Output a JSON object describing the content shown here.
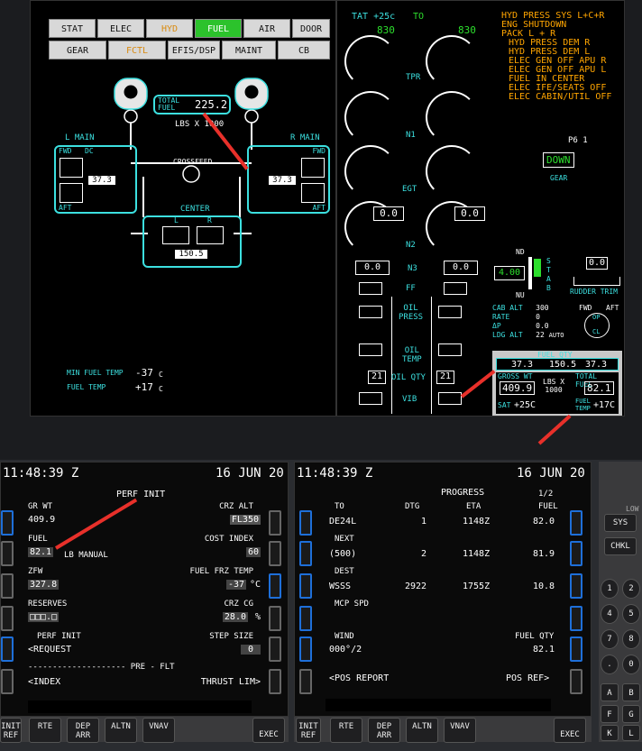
{
  "mfd": {
    "tabs_row1": [
      "STAT",
      "ELEC",
      "HYD",
      "FUEL",
      "AIR",
      "DOOR"
    ],
    "tabs_row2": [
      "GEAR",
      "FCTL",
      "EFIS/DSP",
      "MAINT",
      "CB"
    ],
    "total_fuel_label": "TOTAL\nFUEL",
    "total_fuel": "225.2",
    "units": "LBS X 1000",
    "l_main": "L MAIN",
    "r_main": "R MAIN",
    "fwd": "FWD",
    "dc": "DC",
    "aft": "AFT",
    "l_main_qty": "37.3",
    "r_main_qty": "37.3",
    "crossfeed": "CROSSFEED",
    "center": "CENTER",
    "center_l": "L",
    "center_r": "R",
    "center_qty": "150.5",
    "min_fuel_temp_label": "MIN FUEL TEMP",
    "min_fuel_temp": "-37",
    "fuel_temp_label": "FUEL TEMP",
    "fuel_temp": "+17",
    "temp_unit": "C"
  },
  "eicas": {
    "tat": "TAT +25c",
    "to": "TO",
    "n1_l": "830",
    "n1_r": "830",
    "tpr": "TPR",
    "n1": "N1",
    "egt": "EGT",
    "n2": "N2",
    "n3": "N3",
    "ff": "FF",
    "egt_l": "0.0",
    "egt_r": "0.0",
    "n3_l": "0.0",
    "n3_r": "0.0",
    "oil_press": "OIL\nPRESS",
    "oil_temp": "OIL\nTEMP",
    "oil_qty": "OIL QTY",
    "oil_qty_l": "21",
    "oil_qty_r": "21",
    "vib": "VIB",
    "messages": [
      "HYD PRESS SYS L+C+R",
      "ENG SHUTDOWN",
      "PACK L + R",
      "HYD PRESS DEM R",
      "HYD PRESS DEM L",
      "ELEC GEN OFF APU R",
      "ELEC GEN OFF APU L",
      "FUEL IN CENTER",
      "ELEC IFE/SEATS OFF",
      "ELEC CABIN/UTIL OFF"
    ],
    "page": "P6 1",
    "gear_state": "DOWN",
    "gear": "GEAR",
    "nd": "ND",
    "nu": "NU",
    "stab_val": "4.00",
    "stab": "S\nT\nA\nB",
    "rudder_trim_val": "0.0",
    "rudder_trim": "RUDDER TRIM",
    "cab_alt": "CAB ALT",
    "cab_alt_v": "300",
    "rate": "RATE",
    "rate_v": "0",
    "dp": "ΔP",
    "dp_v": "0.0",
    "ldg_alt": "LDG ALT",
    "ldg_alt_v": "22",
    "auto": "AUTO",
    "fwd": "FWD",
    "aft": "AFT",
    "op": "OP",
    "cl": "CL",
    "fuel_qty": "FUEL QTY",
    "fq_l": "37.3",
    "fq_c": "150.5",
    "fq_r": "37.3",
    "gross_wt": "GROSS WT",
    "gross_wt_v": "409.9",
    "lbs": "LBS X\n1000",
    "total_fuel": "TOTAL FUEL",
    "total_fuel_v": "82.1",
    "sat": "SAT",
    "sat_v": "+25C",
    "fuel_temp": "FUEL\nTEMP",
    "fuel_temp_v": "+17C"
  },
  "cdu_left": {
    "time": "11:48:39 Z",
    "date": "16 JUN 20",
    "title": "PERF INIT",
    "l1": "GR WT",
    "l1v": "409.9",
    "r1": "CRZ ALT",
    "r1v": "FL350",
    "l2": "FUEL",
    "l2v": "82.1",
    "l2u": "LB MANUAL",
    "r2": "COST INDEX",
    "r2v": "60",
    "l3": "ZFW",
    "l3v": "327.8",
    "r3": "FUEL FRZ TEMP",
    "r3v": "-37",
    "r3u": "°C",
    "l4": "RESERVES",
    "l4v": "□□□.□",
    "r4": "CRZ CG",
    "r4v": "28.0",
    "r4u": "%",
    "l5": "PERF INIT",
    "l5v": "<REQUEST",
    "r5": "STEP SIZE",
    "r5v": "0",
    "sep": "-------------------- PRE - FLT",
    "l6v": "<INDEX",
    "r6v": "THRUST LIM>",
    "keys": [
      "INIT\nREF",
      "RTE",
      "DEP\nARR",
      "ALTN",
      "VNAV",
      "EXEC"
    ]
  },
  "cdu_right": {
    "time": "11:48:39 Z",
    "date": "16 JUN 20",
    "title": "PROGRESS",
    "page": "1/2",
    "h_to": "TO",
    "h_dtg": "DTG",
    "h_eta": "ETA",
    "h_fuel": "FUEL",
    "rows": [
      {
        "label": "",
        "wpt": "DE24L",
        "dtg": "1",
        "eta": "1148Z",
        "fuel": "82.0"
      },
      {
        "label": "NEXT",
        "wpt": "(500)",
        "dtg": "2",
        "eta": "1148Z",
        "fuel": "81.9"
      },
      {
        "label": "DEST",
        "wpt": "WSSS",
        "dtg": "2922",
        "eta": "1755Z",
        "fuel": "10.8"
      }
    ],
    "mcp_spd": "MCP SPD",
    "wind": "WIND",
    "wind_v": "000°/2",
    "fuel_qty": "FUEL QTY",
    "fuel_qty_v": "82.1",
    "l6v": "<POS REPORT",
    "r6v": "POS REF>",
    "keys": [
      "INIT\nREF",
      "RTE",
      "DEP\nARR",
      "ALTN",
      "VNAV",
      "EXEC"
    ]
  },
  "side_keys": [
    "SYS",
    "CHKL",
    "1",
    "2",
    "4",
    "5",
    "7",
    "8",
    ".",
    "0",
    "A",
    "B",
    "F",
    "G",
    "K",
    "L"
  ],
  "side_low": "LOW"
}
